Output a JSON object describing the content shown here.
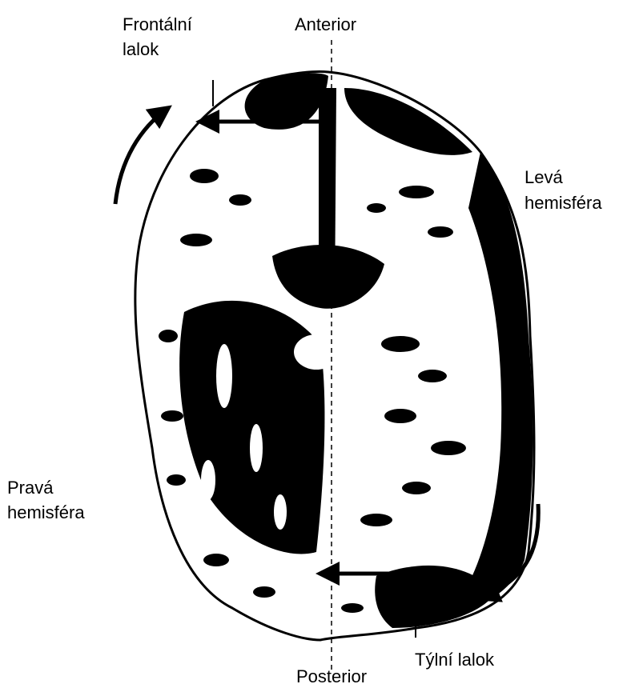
{
  "labels": {
    "frontal_lobe_line1": "Frontální",
    "frontal_lobe_line2": "lalok",
    "anterior": "Anterior",
    "left_hemisphere_line1": "Levá",
    "left_hemisphere_line2": "hemisféra",
    "right_hemisphere_line1": "Pravá",
    "right_hemisphere_line2": "hemisféra",
    "occipital_lobe": "Týlní lalok",
    "posterior": "Posterior"
  },
  "colors": {
    "ink": "#000000",
    "background": "#ffffff"
  }
}
